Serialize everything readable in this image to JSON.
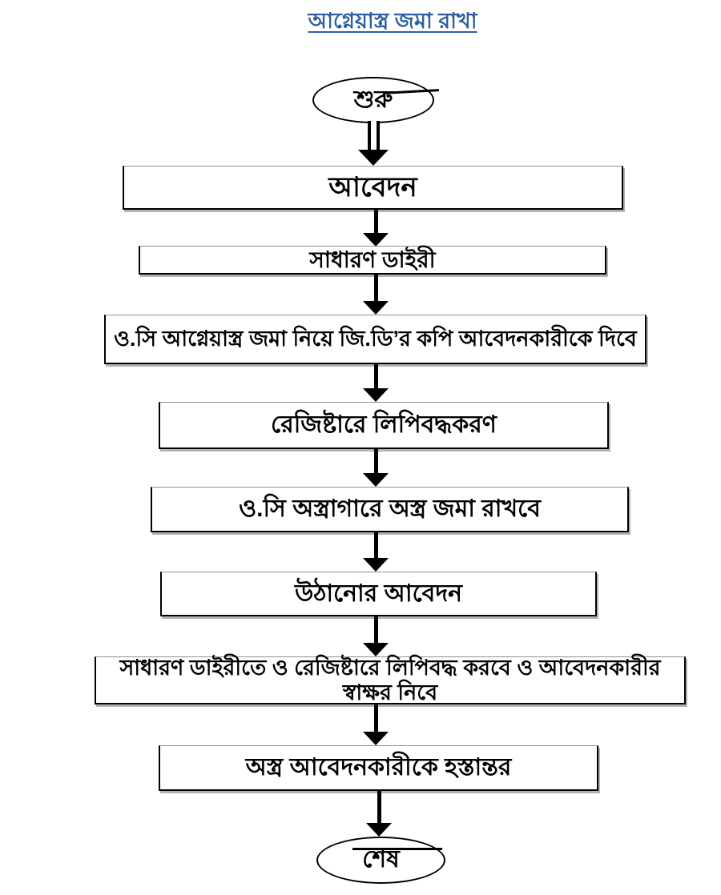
{
  "title": {
    "text": "আগ্নেয়াস্ত্র জমা রাখা",
    "color": "#2d5f9f"
  },
  "chart_data": {
    "type": "flowchart",
    "direction": "top-down",
    "start_label": "শুরু",
    "end_label": "শেষ",
    "steps": [
      "আবেদন",
      "সাধারণ ডাইরী",
      "ও.সি আগ্নেয়াস্ত্র জমা নিয়ে জি.ডি’র কপি আবেদনকারীকে দিবে",
      "রেজিষ্টারে লিপিবদ্ধকরণ",
      "ও.সি অস্ত্রাগারে অস্ত্র জমা রাখবে",
      "উঠানোর আবেদন",
      "সাধারণ ডাইরীতে ও রেজিষ্টারে লিপিবদ্ধ করবে ও আবেদনকারীর স্বাক্ষর নিবে",
      "অস্ত্র আবেদনকারীকে হস্তান্তর"
    ],
    "shape_colors": {
      "fill": "#ffffff",
      "stroke": "#000000",
      "shadow": "#b3b3b3"
    }
  }
}
